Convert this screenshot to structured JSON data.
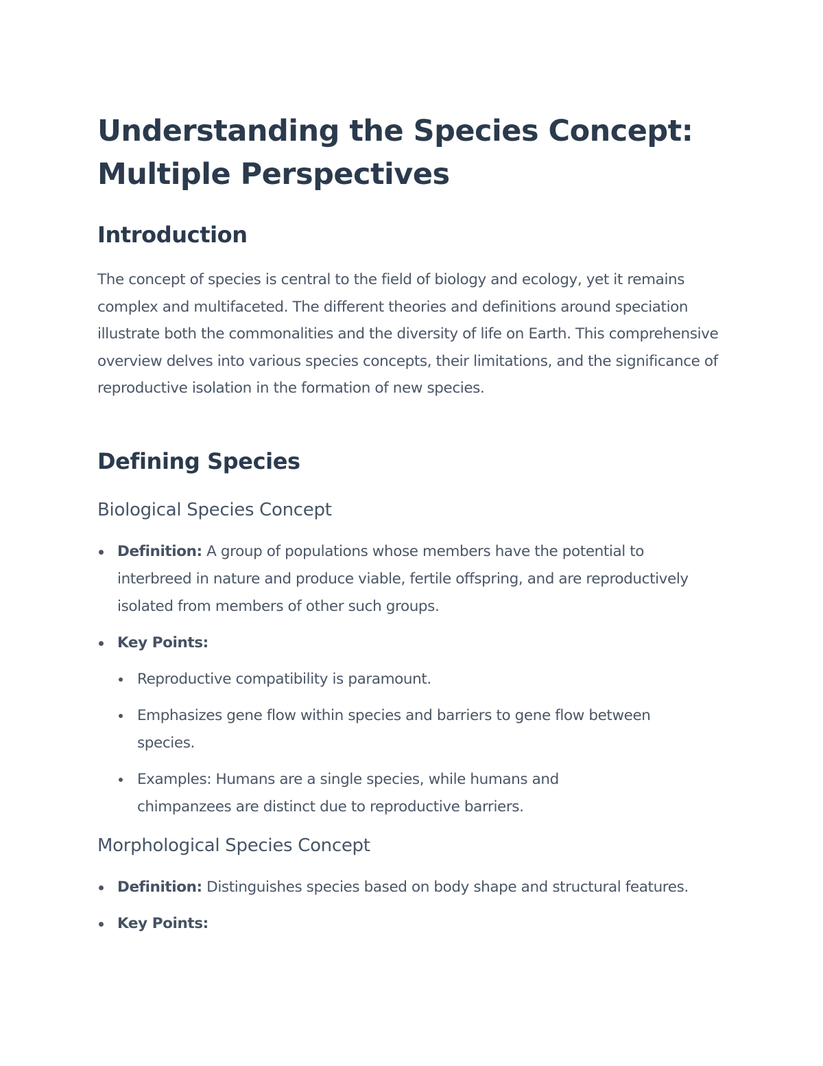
{
  "document": {
    "title": "Understanding the Species Concept: Multiple Perspectives",
    "title_lines": [
      "Understanding the Species Concept:",
      "Multiple Perspectives"
    ],
    "sections": [
      {
        "heading": "Introduction",
        "paragraph": "The concept of species is central to the field of biology and ecology, yet it remains complex and multifaceted. The different theories and definitions around speciation illustrate both the commonalities and the diversity of life on Earth. This comprehensive overview delves into various species concepts, their limitations, and the significance of reproductive isolation in the formation of new species."
      },
      {
        "heading": "Defining Species",
        "subsections": [
          {
            "heading": "Biological Species Concept",
            "definition_label": "Definition:",
            "definition_text": " A group of populations whose members have the potential to interbreed in nature and produce viable, fertile offspring, and are reproductively isolated from members of other such groups.",
            "key_points_label": "Key Points:",
            "key_points": [
              "Reproductive compatibility is paramount.",
              "Emphasizes gene flow within species and barriers to gene flow between species.",
              "Examples: Humans are a single species, while humans and chimpanzees are distinct due to reproductive barriers."
            ]
          },
          {
            "heading": "Morphological Species Concept",
            "definition_label": "Definition:",
            "definition_text": " Distinguishes species based on body shape and structural features.",
            "key_points_label": "Key Points:"
          }
        ]
      }
    ]
  },
  "colors": {
    "heading": "#2b3a4d",
    "subheading": "#465566",
    "body": "#4a5666",
    "background": "#ffffff"
  }
}
